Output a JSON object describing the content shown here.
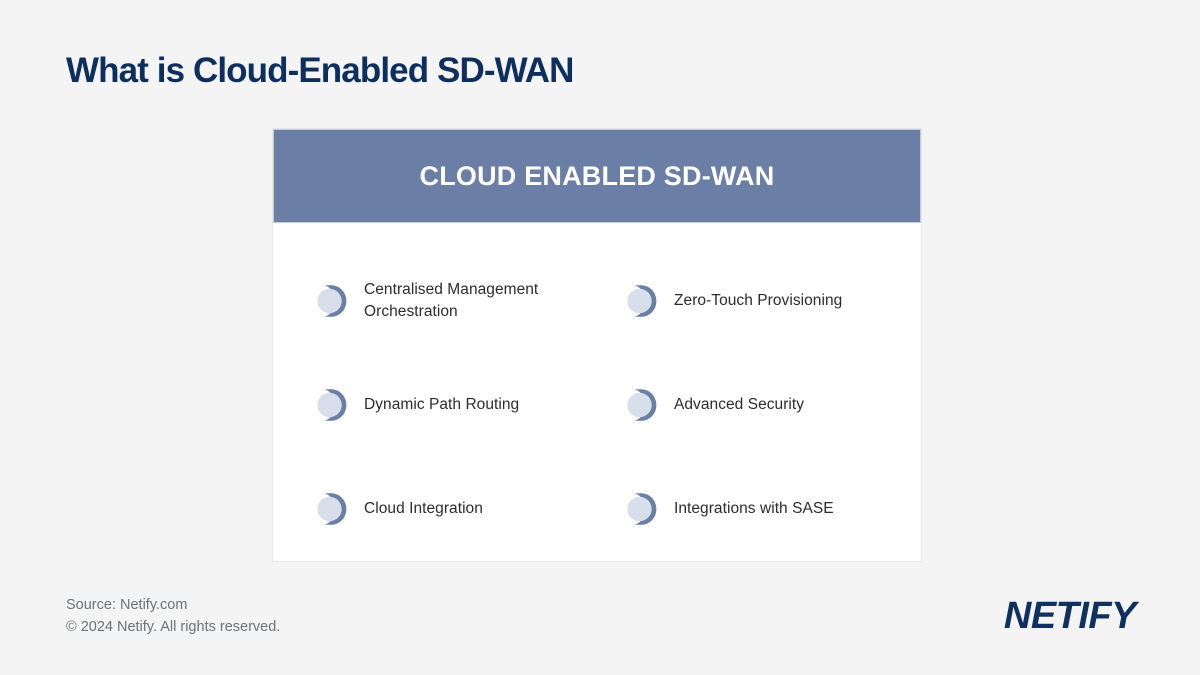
{
  "slide": {
    "title": "What is Cloud-Enabled SD-WAN",
    "background_color": "#f4f4f4",
    "title_color": "#0e2e5e"
  },
  "card": {
    "header_title": "CLOUD ENABLED SD-WAN",
    "header_bg_color": "#6b7fa6",
    "header_text_color": "#ffffff",
    "body_bg_color": "#ffffff",
    "features": [
      {
        "label": "Centralised Management Orchestration",
        "icon": "crescent-arrow-icon",
        "column": 1,
        "row": 1
      },
      {
        "label": "Zero-Touch Provisioning",
        "icon": "crescent-arrow-icon",
        "column": 2,
        "row": 1
      },
      {
        "label": "Dynamic Path Routing",
        "icon": "crescent-arrow-icon",
        "column": 1,
        "row": 2
      },
      {
        "label": "Advanced Security",
        "icon": "crescent-arrow-icon",
        "column": 2,
        "row": 2
      },
      {
        "label": "Cloud Integration",
        "icon": "crescent-arrow-icon",
        "column": 1,
        "row": 3
      },
      {
        "label": "Integrations with SASE",
        "icon": "crescent-arrow-icon",
        "column": 2,
        "row": 3
      }
    ]
  },
  "icon_colors": {
    "circle_fill": "#d7dfeb",
    "crescent_fill": "#6b7fa6"
  },
  "footer": {
    "source": "Source: Netify.com",
    "copyright": "© 2024 Netify. All rights reserved.",
    "text_color": "#6d7275",
    "logo_text": "NETIFY",
    "logo_color": "#10305f"
  }
}
